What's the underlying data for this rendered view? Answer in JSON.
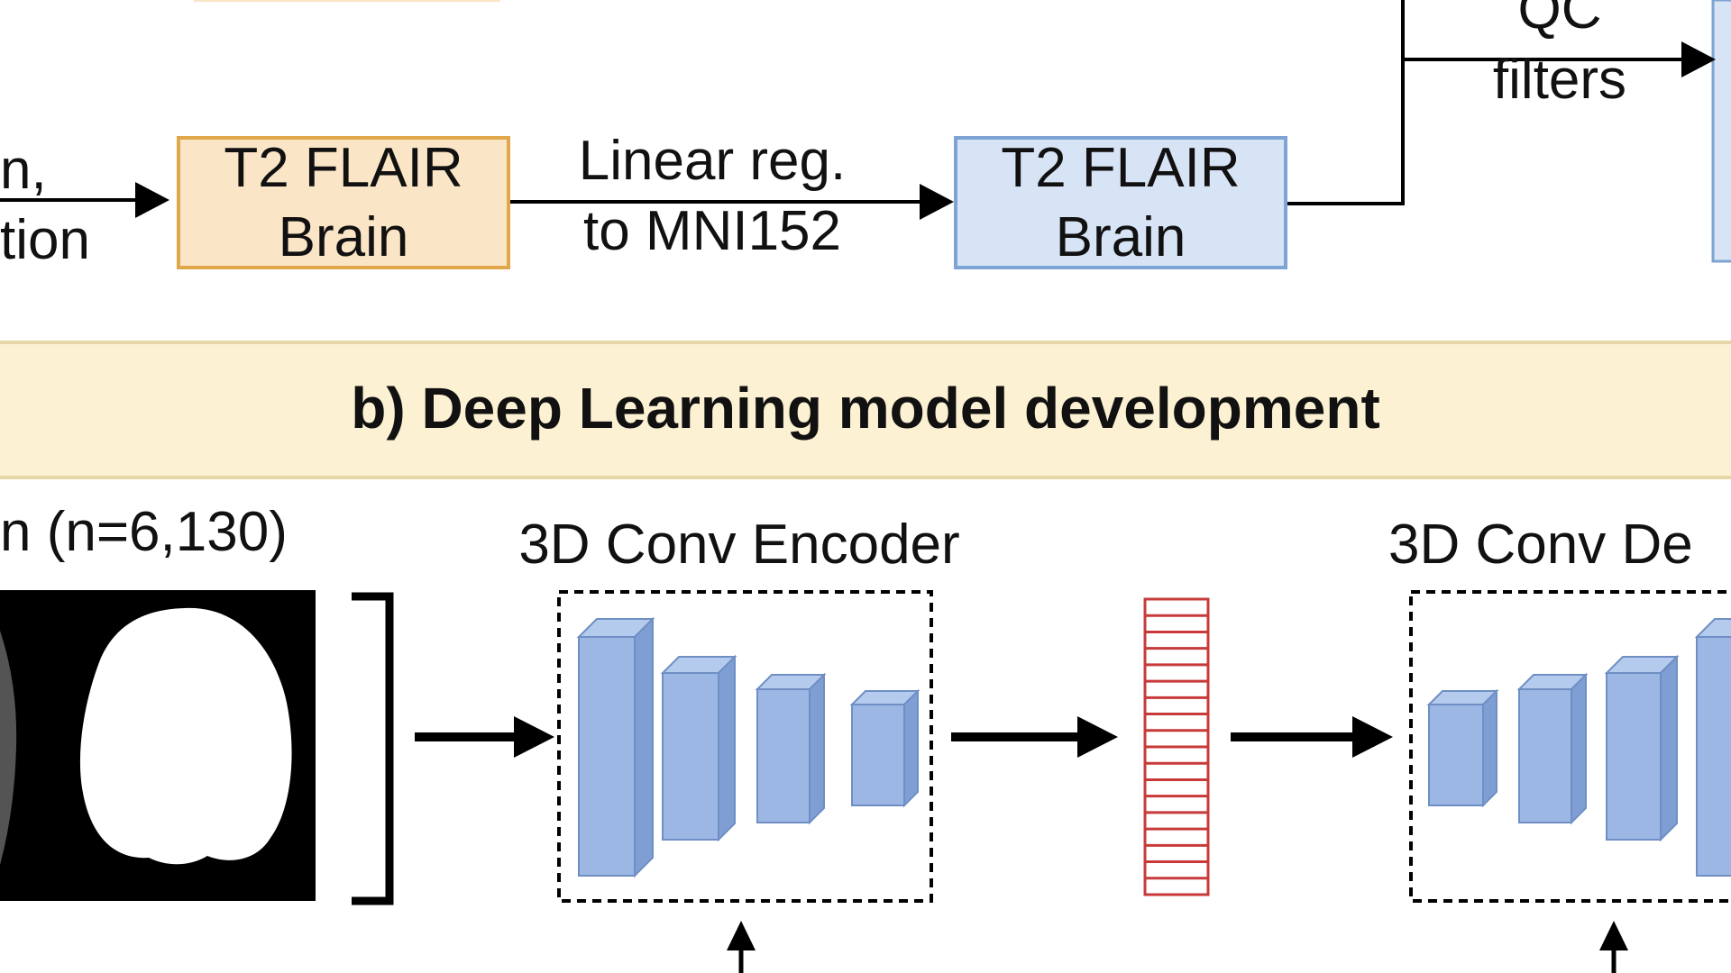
{
  "section_a": {
    "left_arrow_text_line1": "n,",
    "left_arrow_text_line2": "tion",
    "box_orange": {
      "line1": "T2 FLAIR",
      "line2": "Brain",
      "fill": "#fbe5c7",
      "stroke": "#e0a84b"
    },
    "linear_reg": {
      "line1": "Linear reg.",
      "line2": "to MNI152"
    },
    "box_blue": {
      "line1": "T2 FLAIR",
      "line2": "Brain",
      "fill": "#d6e4f5",
      "stroke": "#7ea4d3"
    },
    "qc": {
      "line1": "QC",
      "line2": "filters"
    }
  },
  "section_b": {
    "banner_title": "b) Deep Learning model development",
    "banner_fill": "#fcf1d2",
    "banner_border": "#e6d8a6",
    "train_label": "n (n=6,130)",
    "encoder_label": "3D Conv Encoder",
    "decoder_label": "3D Conv De",
    "block_fill": "#9cb7e3",
    "block_stroke": "#6f8fc4",
    "latent_stroke": "#c83a3a"
  }
}
